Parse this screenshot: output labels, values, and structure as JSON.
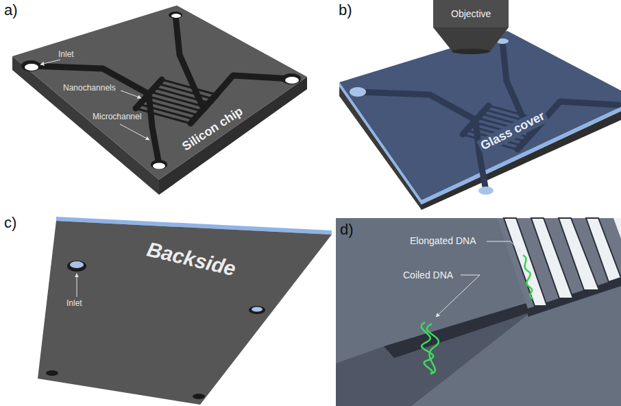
{
  "diagram": {
    "labels": [
      "a)",
      "Inlet",
      "Nanochannels",
      "Microchannel",
      "Silicon chip",
      "b)",
      "Objective",
      "Glass cover",
      "c)",
      "Backside",
      "Inlet",
      "d)",
      "Elongated DNA",
      "Coiled DNA"
    ]
  }
}
